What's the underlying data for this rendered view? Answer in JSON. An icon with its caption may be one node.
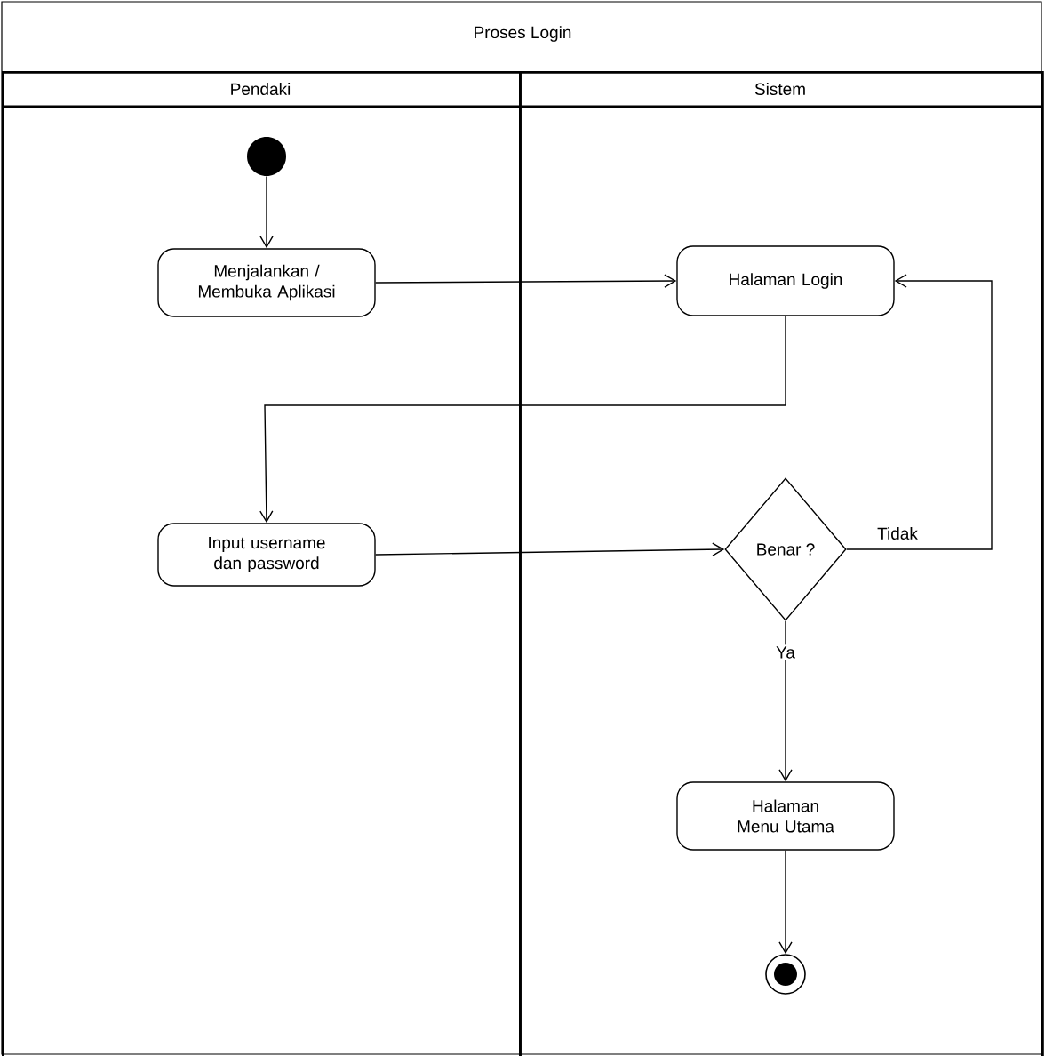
{
  "diagram": {
    "title": "Proses Login",
    "nodes": [
      {
        "text": [
          "Pendaki"
        ]
      },
      {
        "text": [
          "Sistem"
        ]
      },
      {
        "text": [],
        "shape": "circle",
        "in": 0
      },
      {
        "text": [
          "Menjalankan / Membuka Aplikasi"
        ],
        "in": 0
      },
      {
        "text": [
          "Halaman Login"
        ],
        "in": 1
      },
      {
        "text": [
          "Input username dan password"
        ],
        "in": 0
      },
      {
        "text": [
          "Benar ?"
        ],
        "in": 1
      },
      {
        "text": [
          "Halaman Menu Utama"
        ],
        "in": 1
      },
      {
        "text": [],
        "shape": "circle",
        "in": 1
      }
    ],
    "edges": [
      {
        "from": 2,
        "to": 3,
        "arrow": "to"
      },
      {
        "from": 3,
        "to": 4,
        "arrow": "to"
      },
      {
        "from": 4,
        "to": 5,
        "arrow": "to"
      },
      {
        "from": 5,
        "to": 6,
        "arrow": "to"
      },
      {
        "from": 6,
        "to": 4,
        "arrow": "to",
        "label": "Tidak"
      },
      {
        "from": 6,
        "to": 7,
        "arrow": "to",
        "label": "Ya"
      },
      {
        "from": 7,
        "to": 8,
        "arrow": "to"
      }
    ]
  }
}
